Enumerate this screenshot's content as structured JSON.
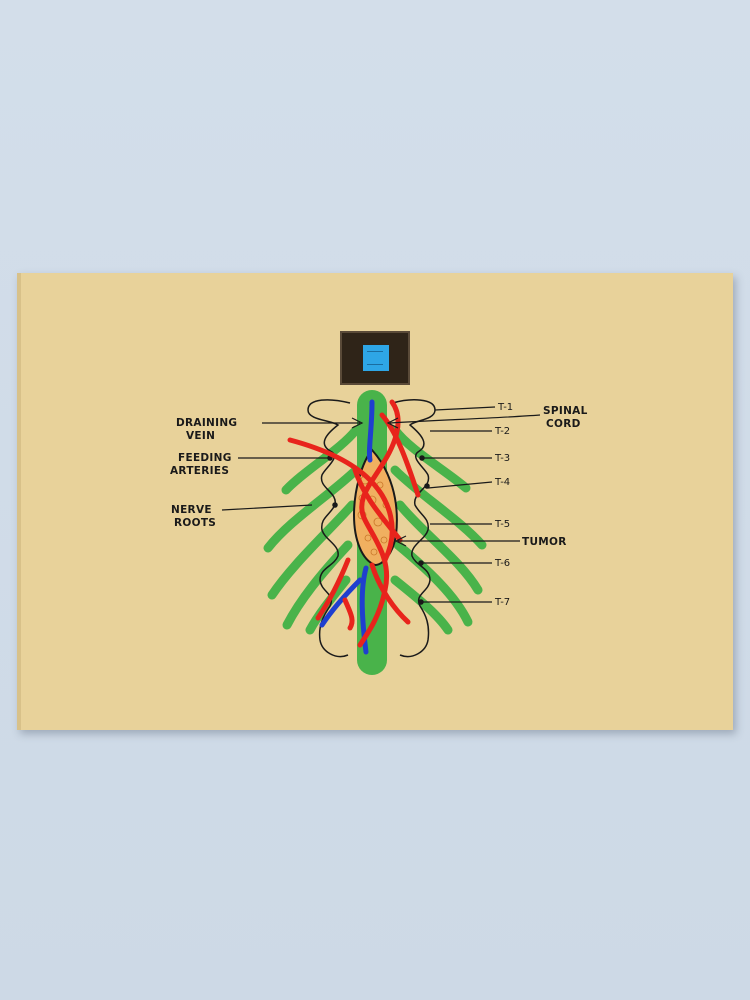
{
  "labels": {
    "draining_vein_1": "DRAINING",
    "draining_vein_2": "VEIN",
    "feeding_arteries_1": "FEEDING",
    "feeding_arteries_2": "ARTERIES",
    "nerve_roots_1": "NERVE",
    "nerve_roots_2": "ROOTS",
    "spinal_cord_1": "SPINAL",
    "spinal_cord_2": "CORD",
    "tumor": "TUMOR",
    "t1": "T-1",
    "t2": "T-2",
    "t3": "T-3",
    "t4": "T-4",
    "t5": "T-5",
    "t6": "T-6",
    "t7": "T-7"
  },
  "colors": {
    "background_wall": "#cfdbe8",
    "canvas": "#e8d29a",
    "nerve_roots": "#49b34a",
    "arteries": "#e8241c",
    "vein": "#1f3fcf",
    "tumor": "#f0b060",
    "outline": "#1a1a1a",
    "thumbnail": "#2ea6e6"
  }
}
